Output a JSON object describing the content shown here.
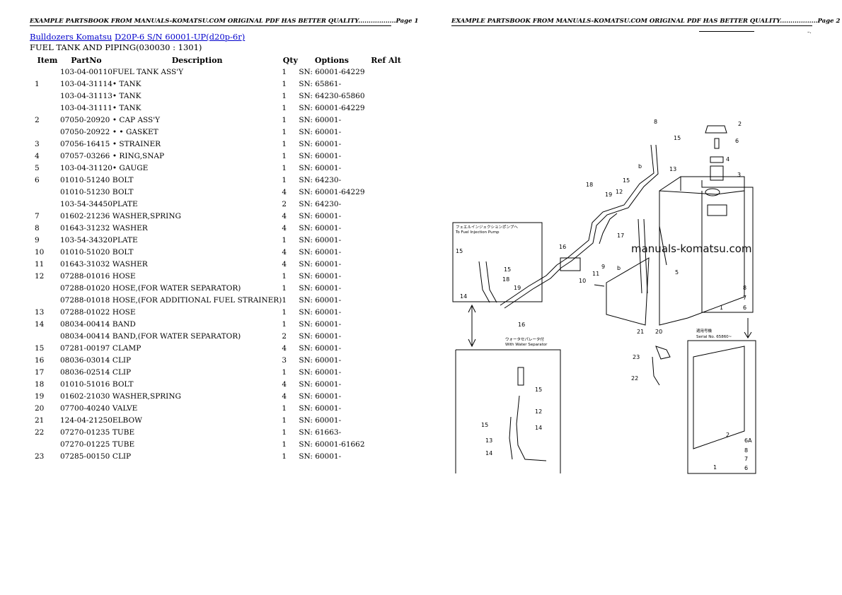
{
  "header": {
    "page1": "EXAMPLE PARTSBOOK FROM MANUALS-KOMATSU.COM ORIGINAL PDF HAS BETTER QUALITY..................Page 1",
    "page2": "EXAMPLE PARTSBOOK FROM MANUALS-KOMATSU.COM ORIGINAL PDF HAS BETTER QUALITY..................Page 2"
  },
  "breadcrumb": {
    "link1": "Bulldozers Komatsu",
    "link2": "D20P-6 S/N 60001-UP(d20p-6r)"
  },
  "subtitle": "FUEL TANK AND PIPING(030030 : 1301)",
  "table": {
    "columns": [
      "Item",
      "PartNo",
      "Description",
      "Qty",
      "Options",
      "Ref Alt"
    ],
    "rows": [
      [
        "",
        "103-04-00110",
        "FUEL TANK ASS'Y",
        "1",
        "SN: 60001-64229"
      ],
      [
        "1",
        "103-04-31114",
        "• TANK",
        "1",
        "SN: 65861-"
      ],
      [
        "",
        "103-04-31113",
        "• TANK",
        "1",
        "SN: 64230-65860"
      ],
      [
        "",
        "103-04-31111",
        "• TANK",
        "1",
        "SN: 60001-64229"
      ],
      [
        "2",
        "07050-20920",
        "• CAP ASS'Y",
        "1",
        "SN: 60001-"
      ],
      [
        "",
        "07050-20922",
        "• • GASKET",
        "1",
        "SN: 60001-"
      ],
      [
        "3",
        "07056-16415",
        "• STRAINER",
        "1",
        "SN: 60001-"
      ],
      [
        "4",
        "07057-03266",
        "• RING,SNAP",
        "1",
        "SN: 60001-"
      ],
      [
        "5",
        "103-04-31120",
        "• GAUGE",
        "1",
        "SN: 60001-"
      ],
      [
        "6",
        "01010-51240",
        "BOLT",
        "1",
        "SN: 64230-"
      ],
      [
        "",
        "01010-51230",
        "BOLT",
        "4",
        "SN: 60001-64229"
      ],
      [
        "",
        "103-54-34450",
        "PLATE",
        "2",
        "SN: 64230-"
      ],
      [
        "7",
        "01602-21236",
        "WASHER,SPRING",
        "4",
        "SN: 60001-"
      ],
      [
        "8",
        "01643-31232",
        "WASHER",
        "4",
        "SN: 60001-"
      ],
      [
        "9",
        "103-54-34320",
        "PLATE",
        "1",
        "SN: 60001-"
      ],
      [
        "10",
        "01010-51020",
        "BOLT",
        "4",
        "SN: 60001-"
      ],
      [
        "11",
        "01643-31032",
        "WASHER",
        "4",
        "SN: 60001-"
      ],
      [
        "12",
        "07288-01016",
        "HOSE",
        "1",
        "SN: 60001-"
      ],
      [
        "",
        "07288-01020",
        "HOSE,(FOR WATER SEPARATOR)",
        "1",
        "SN: 60001-"
      ],
      [
        "",
        "07288-01018",
        "HOSE,(FOR ADDITIONAL FUEL STRAINER)",
        "1",
        "SN: 60001-"
      ],
      [
        "13",
        "07288-01022",
        "HOSE",
        "1",
        "SN: 60001-"
      ],
      [
        "14",
        "08034-00414",
        "BAND",
        "1",
        "SN: 60001-"
      ],
      [
        "",
        "08034-00414",
        "BAND,(FOR WATER SEPARATOR)",
        "2",
        "SN: 60001-"
      ],
      [
        "15",
        "07281-00197",
        "CLAMP",
        "4",
        "SN: 60001-"
      ],
      [
        "16",
        "08036-03014",
        "CLIP",
        "3",
        "SN: 60001-"
      ],
      [
        "17",
        "08036-02514",
        "CLIP",
        "1",
        "SN: 60001-"
      ],
      [
        "18",
        "01010-51016",
        "BOLT",
        "4",
        "SN: 60001-"
      ],
      [
        "19",
        "01602-21030",
        "WASHER,SPRING",
        "4",
        "SN: 60001-"
      ],
      [
        "20",
        "07700-40240",
        "VALVE",
        "1",
        "SN: 60001-"
      ],
      [
        "21",
        "124-04-21250",
        "ELBOW",
        "1",
        "SN: 60001-"
      ],
      [
        "22",
        "07270-01235",
        "TUBE",
        "1",
        "SN: 61663-"
      ],
      [
        "",
        "07270-01225",
        "TUBE",
        "1",
        "SN: 60001-61662"
      ],
      [
        "23",
        "07285-00150",
        "CLIP",
        "1",
        "SN: 60001-"
      ]
    ]
  },
  "diagram": {
    "watermark": "manuals-komatsu.com",
    "callouts": [
      "8",
      "15",
      "13",
      "b",
      "18",
      "19",
      "12",
      "15",
      "17",
      "16",
      "9",
      "b",
      "5",
      "11",
      "10",
      "1",
      "2",
      "6",
      "4",
      "3",
      "8",
      "7",
      "6",
      "21",
      "20",
      "23",
      "22"
    ],
    "inset_top": {
      "title_jp": "フェエルインジェクションポンプへ",
      "title_en": "To Fuel Injection Pump",
      "callouts": [
        "15",
        "18",
        "19",
        "14",
        "16",
        "15"
      ]
    },
    "inset_bottom_left": {
      "title_jp": "ウォータセパレータ付",
      "title_en": "With Water Separator",
      "callouts": [
        "15",
        "12",
        "14",
        "15",
        "13",
        "14"
      ]
    },
    "inset_bottom_right": {
      "title_jp": "適用号機",
      "title_en": "Serial No. 65860~",
      "callouts": [
        "2",
        "6A",
        "8",
        "7",
        "6",
        "1"
      ]
    }
  }
}
